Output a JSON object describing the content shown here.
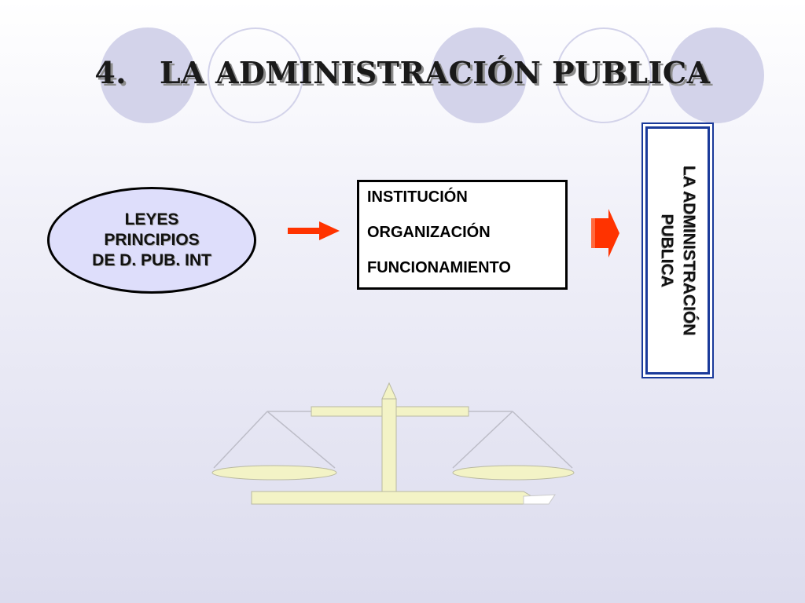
{
  "title": {
    "number": "4.",
    "text": "LA ADMINISTRACIÓN PUBLICA"
  },
  "ellipse_node": {
    "lines": [
      "LEYES",
      "PRINCIPIOS",
      "DE D. PUB. INT"
    ]
  },
  "box_node": {
    "lines": [
      "INSTITUCIÓN",
      "ORGANIZACIÓN",
      "FUNCIONAMIENTO"
    ]
  },
  "vertical_box": {
    "lines": [
      "LA ADMINISTRACIÓN",
      "PUBLICA"
    ]
  },
  "colors": {
    "arrow": "#ff3300",
    "ellipse_fill": "#dedefb",
    "decor_circle": "#d3d3ea",
    "vertical_border": "#1a3a9a",
    "scale_fill": "#f3f3c6"
  },
  "icons": {
    "arrow_1": "arrow-right-icon",
    "arrow_2": "block-arrow-right-icon",
    "scale": "balance-scale-icon"
  }
}
